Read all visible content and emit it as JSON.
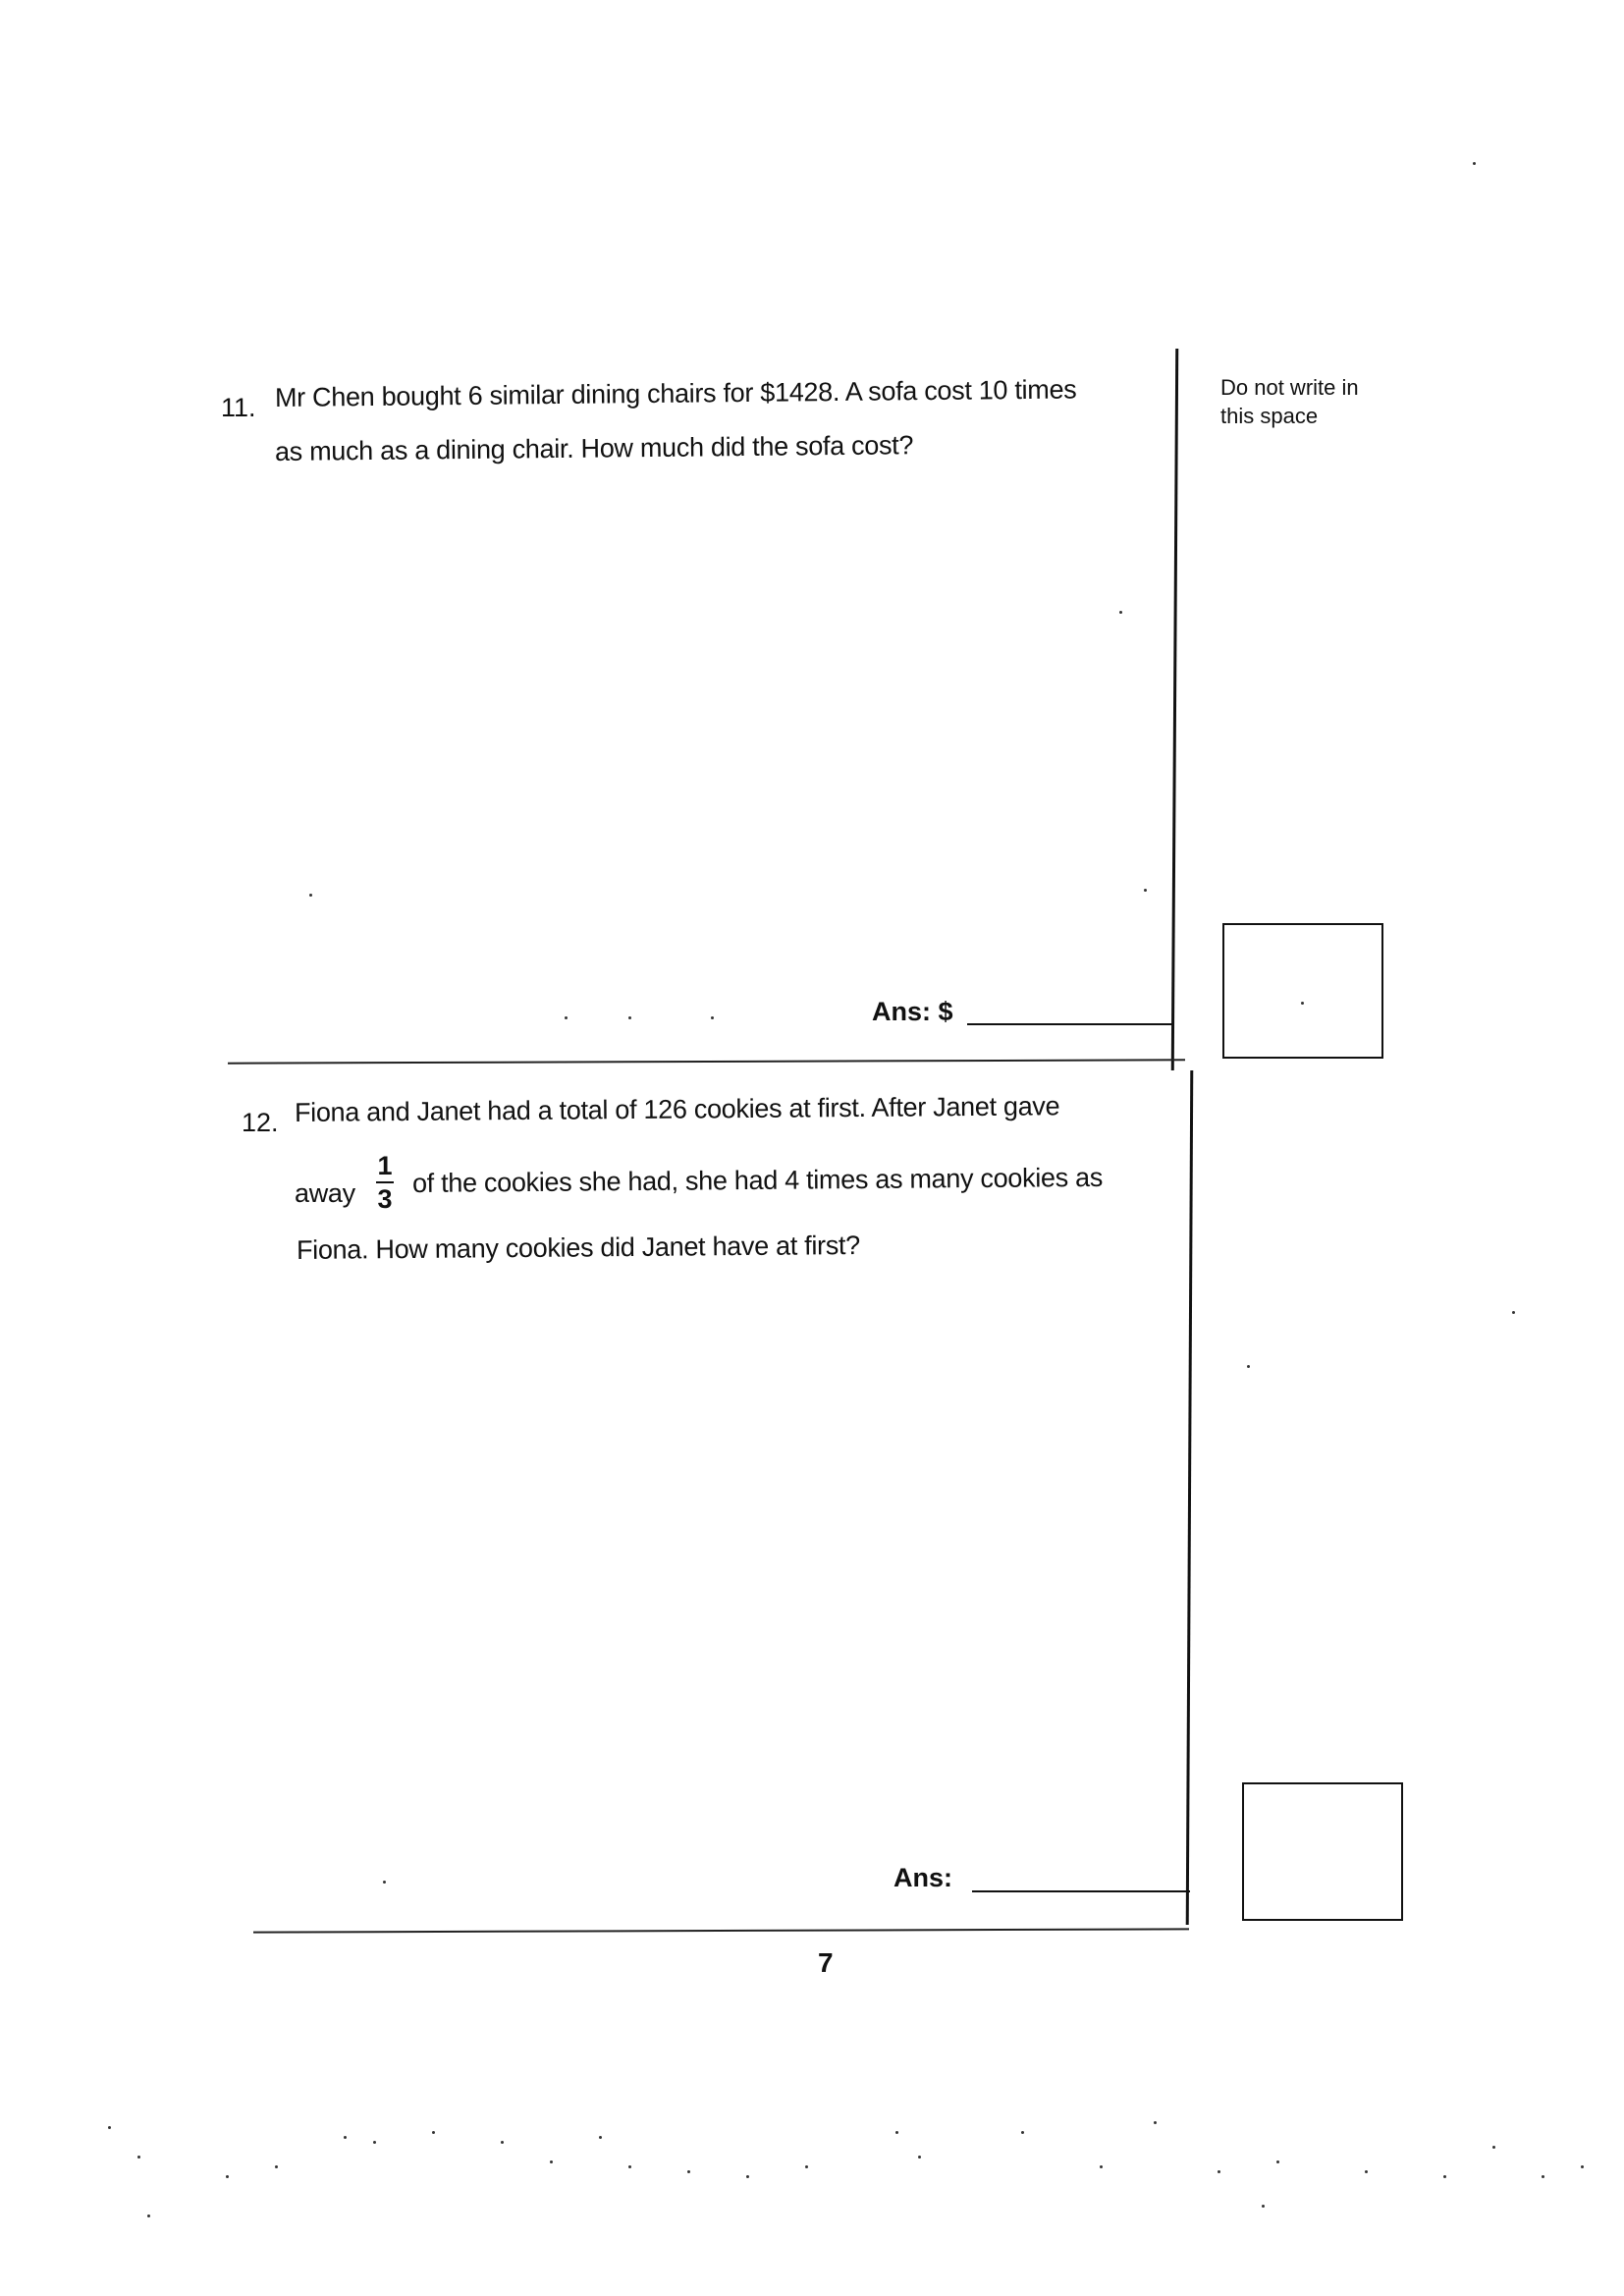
{
  "margin_note": "Do not write in this space",
  "questions": [
    {
      "number": "11.",
      "line1": "Mr Chen bought 6 similar dining chairs for $1428. A sofa cost 10 times",
      "line2": "as much as a dining chair. How much did the sofa cost?",
      "answer_label": "Ans: $"
    },
    {
      "number": "12.",
      "line1": "Fiona and Janet had a total of 126 cookies at first. After Janet gave",
      "line2_before": "away",
      "fraction_numerator": "1",
      "fraction_denominator": "3",
      "line2_after": "of the cookies she had, she had 4 times as many cookies as",
      "line3": "Fiona.  How many cookies did Janet have at first?",
      "answer_label": "Ans:"
    }
  ],
  "page_number": "7"
}
